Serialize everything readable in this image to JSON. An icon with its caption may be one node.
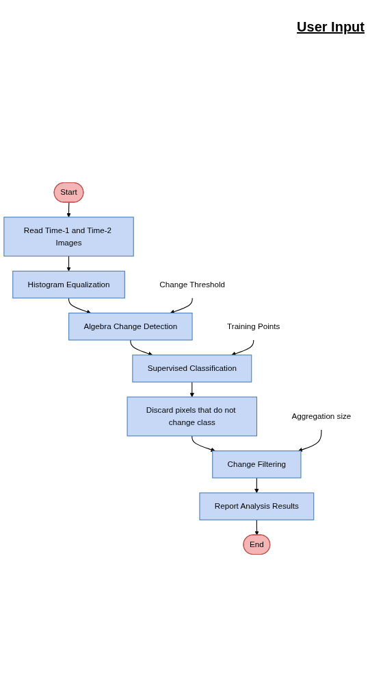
{
  "diagram": {
    "nodes": [
      {
        "text": [
          "Start"
        ]
      },
      {
        "text": [
          "Read Time-1 and Time-2 Images"
        ]
      },
      {
        "text": [
          "Histogram Equalization"
        ]
      },
      {
        "text": [
          "Algebra Change Detection"
        ]
      },
      {
        "text": [
          "Supervised Classification"
        ]
      },
      {
        "text": [
          "Discard pixels that do not change class"
        ]
      },
      {
        "text": [
          "Change Filtering"
        ]
      },
      {
        "text": [
          "Report Analysis Results"
        ]
      },
      {
        "text": [
          "End"
        ]
      },
      {
        "text": [
          "Change Threshold"
        ]
      },
      {
        "text": [
          "Training Points"
        ]
      },
      {
        "text": [
          "Aggregation size"
        ]
      }
    ],
    "edges": [
      {
        "from": 0,
        "to": 1,
        "arrow": "to"
      },
      {
        "from": 1,
        "to": 2,
        "arrow": "to"
      },
      {
        "from": 2,
        "to": 3,
        "arrow": "to"
      },
      {
        "from": 3,
        "to": 4,
        "arrow": "to"
      },
      {
        "from": 4,
        "to": 5,
        "arrow": "to"
      },
      {
        "from": 5,
        "to": 6,
        "arrow": "to"
      },
      {
        "from": 6,
        "to": 7,
        "arrow": "to"
      },
      {
        "from": 7,
        "to": 8,
        "arrow": "to"
      },
      {
        "from": 9,
        "to": 3,
        "arrow": "to"
      },
      {
        "from": 10,
        "to": 4,
        "arrow": "to"
      },
      {
        "from": 11,
        "to": 6,
        "arrow": "to"
      }
    ],
    "labels": [
      "User Input"
    ]
  }
}
